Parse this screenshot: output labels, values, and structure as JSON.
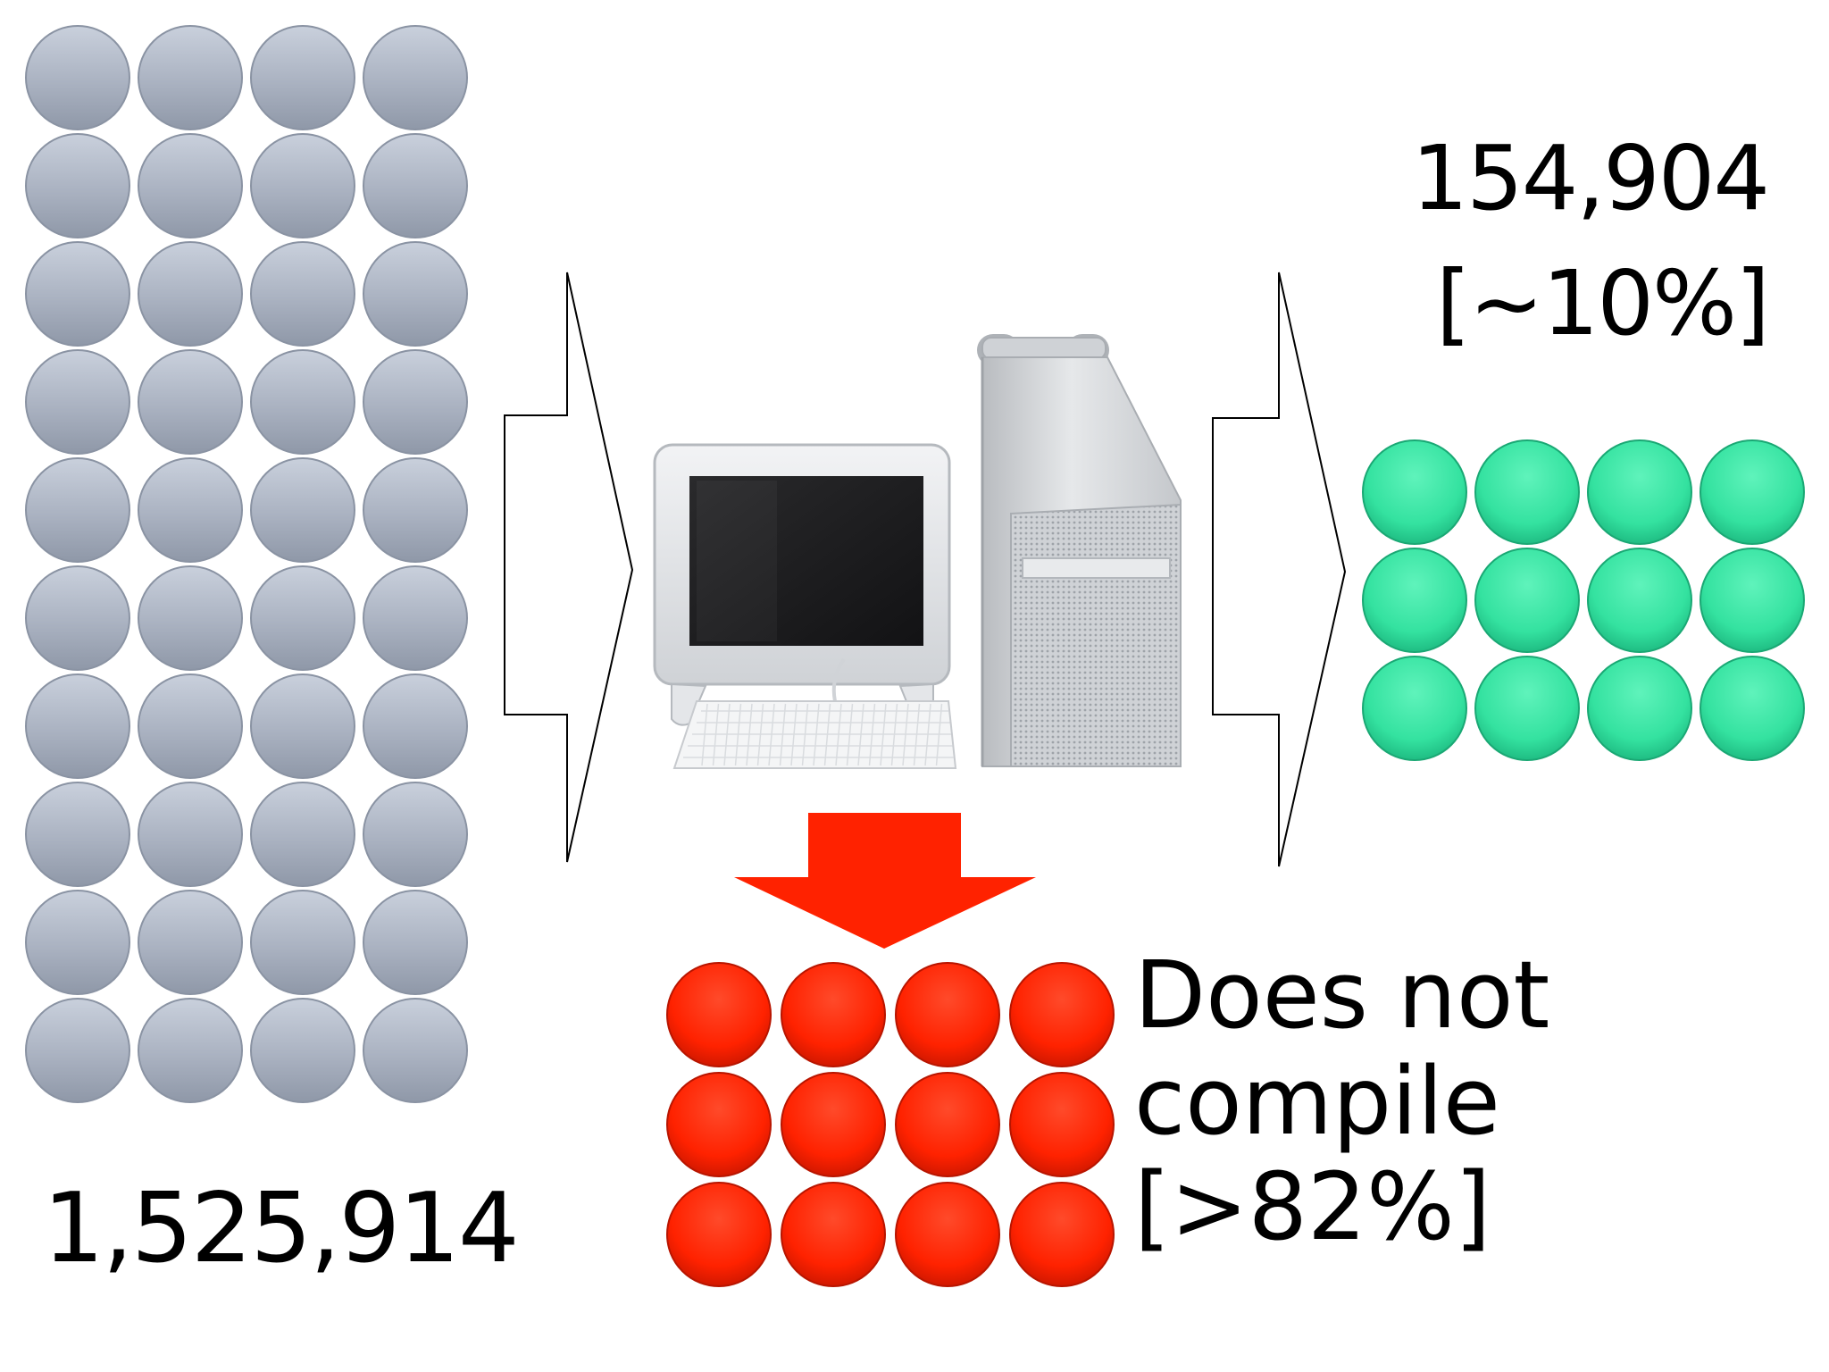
{
  "input": {
    "count_label": "1,525,914",
    "dot_color": "#a9b1c0",
    "dot_columns": 4,
    "dot_rows": 10
  },
  "output_success": {
    "count_label": "154,904",
    "percent_label": "[~10%]",
    "dot_color": "#3ce9a6",
    "dot_columns": 4,
    "dot_rows": 3
  },
  "output_failure": {
    "line1": "Does not",
    "line2": "compile",
    "percent_label": "[>82%]",
    "dot_color": "#ff2200",
    "dot_columns": 4,
    "dot_rows": 3
  },
  "arrows": {
    "down_arrow_color": "#ff2200",
    "outline_arrow_color": "#ffffff"
  },
  "icons": {
    "computer": "desktop-computer-icon"
  }
}
